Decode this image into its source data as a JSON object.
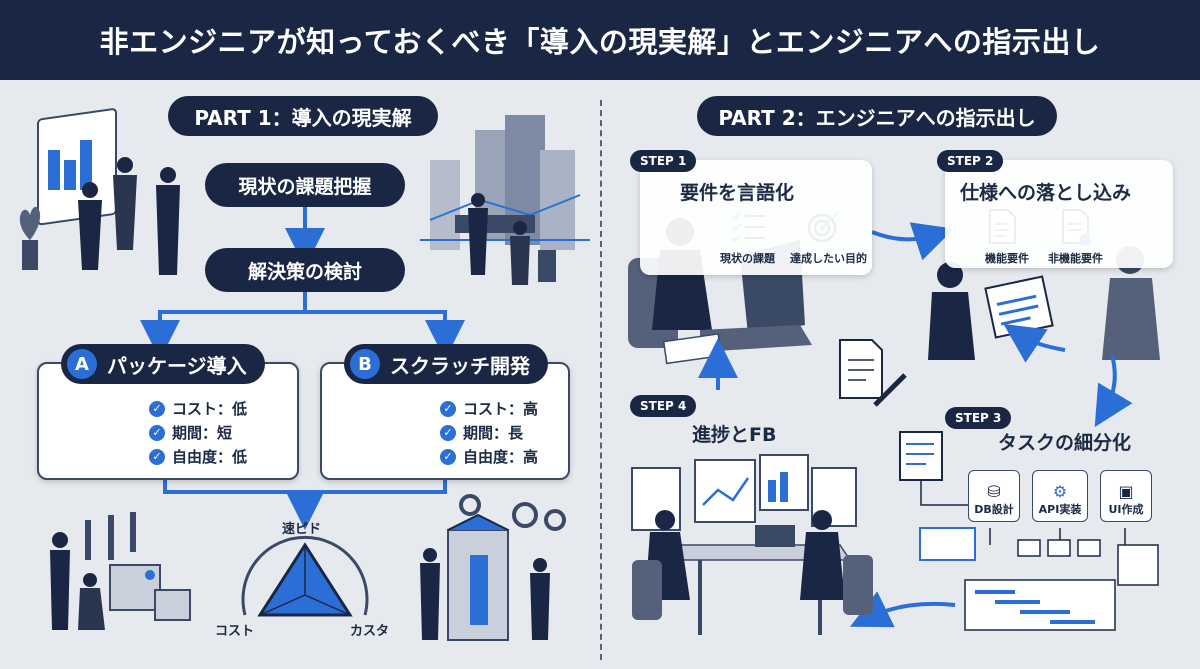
{
  "header": {
    "title": "非エンジニアが知っておくべき「導入の現実解」とエンジニアへの指示出し"
  },
  "part1": {
    "label": "PART 1：導入の現実解",
    "step_current": "現状の課題把握",
    "step_solution": "解決策の検討",
    "option_a": {
      "letter": "A",
      "title": "パッケージ導入",
      "features": [
        "コスト：低",
        "期間：短",
        "自由度：低"
      ]
    },
    "option_b": {
      "letter": "B",
      "title": "スクラッチ開発",
      "features": [
        "コスト：高",
        "期間：長",
        "自由度：高"
      ]
    },
    "triangle": {
      "top": "速ピド",
      "left": "コスト",
      "right": "カスタ"
    }
  },
  "part2": {
    "label": "PART 2：エンジニアへの指示出し",
    "step1": {
      "tag": "STEP 1",
      "title": "要件を言語化",
      "items": [
        "現状の課題",
        "達成したい目的"
      ]
    },
    "step2": {
      "tag": "STEP 2",
      "title": "仕様への落とし込み",
      "items": [
        "機能要件",
        "非機能要件"
      ]
    },
    "step3": {
      "tag": "STEP 3",
      "title": "タスクの細分化",
      "items": [
        "DB設計",
        "API実装",
        "UI作成"
      ]
    },
    "step4": {
      "tag": "STEP 4",
      "title": "進捗とFB"
    }
  },
  "colors": {
    "navy": "#1a2744",
    "accent": "#2b6fd6",
    "bg": "#e6e9ee"
  }
}
